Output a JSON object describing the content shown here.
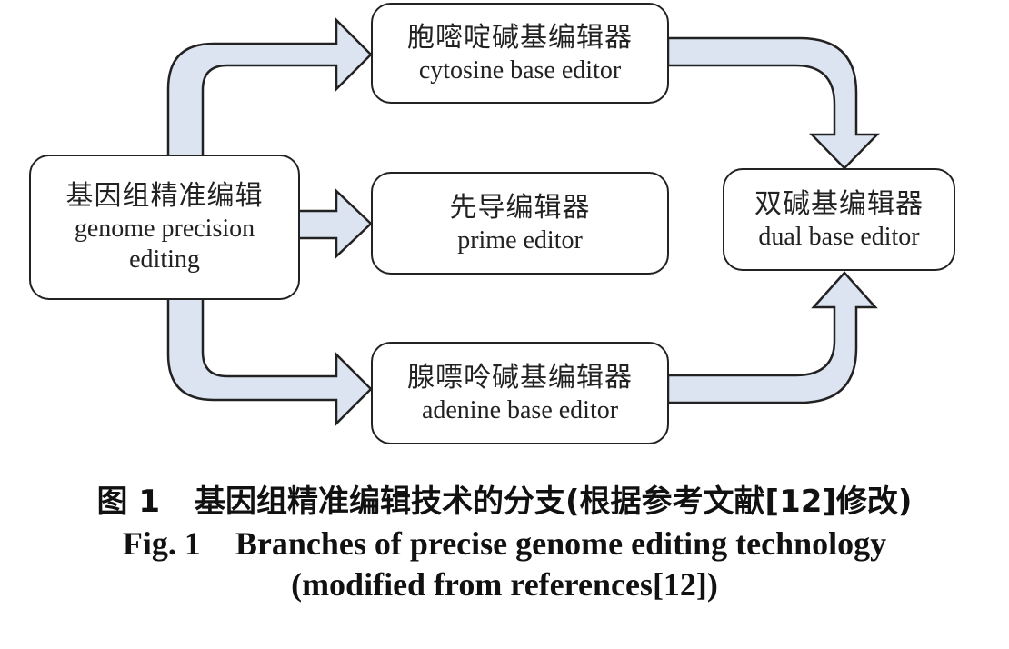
{
  "nodes": {
    "root": {
      "zh": "基因组精准编辑",
      "en_line1": "genome precision",
      "en_line2": "editing"
    },
    "cbe": {
      "zh": "胞嘧啶碱基编辑器",
      "en": "cytosine base editor"
    },
    "pe": {
      "zh": "先导编辑器",
      "en": "prime editor"
    },
    "abe": {
      "zh": "腺嘌呤碱基编辑器",
      "en": "adenine base editor"
    },
    "dual": {
      "zh": "双碱基编辑器",
      "en": "dual base editor"
    }
  },
  "caption": {
    "zh_label": "图 1",
    "zh_text": "基因组精准编辑技术的分支(根据参考文献[12]修改)",
    "en_label": "Fig. 1",
    "en_text_line1": "Branches of precise genome editing technology",
    "en_text_line2": "(modified from references[12])"
  },
  "colors": {
    "arrow_fill": "#dde4f1",
    "stroke": "#222222",
    "box_fill": "#ffffff"
  }
}
